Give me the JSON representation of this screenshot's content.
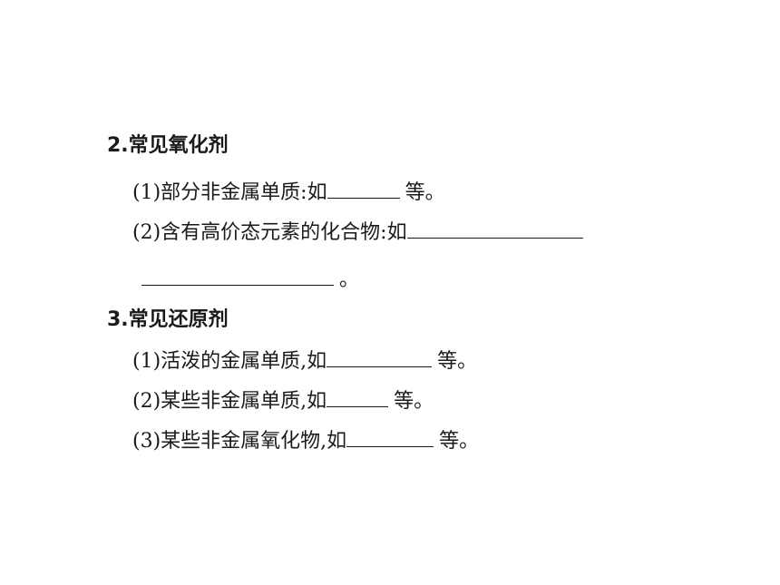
{
  "oxidizers": {
    "heading": "2.常见氧化剂",
    "item1_prefix": "(1)部分非金属单质:如",
    "item1_suffix": "等。",
    "item2_prefix": "(2)含有高价态元素的化合物:如",
    "item2_suffix": "。"
  },
  "reducers": {
    "heading": "3.常见还原剂",
    "item1_prefix": "(1)活泼的金属单质,如",
    "item1_suffix": "等。",
    "item2_prefix": "(2)某些非金属单质,如",
    "item2_suffix": "等。",
    "item3_prefix": "(3)某些非金属氧化物,如",
    "item3_suffix": "等。"
  }
}
